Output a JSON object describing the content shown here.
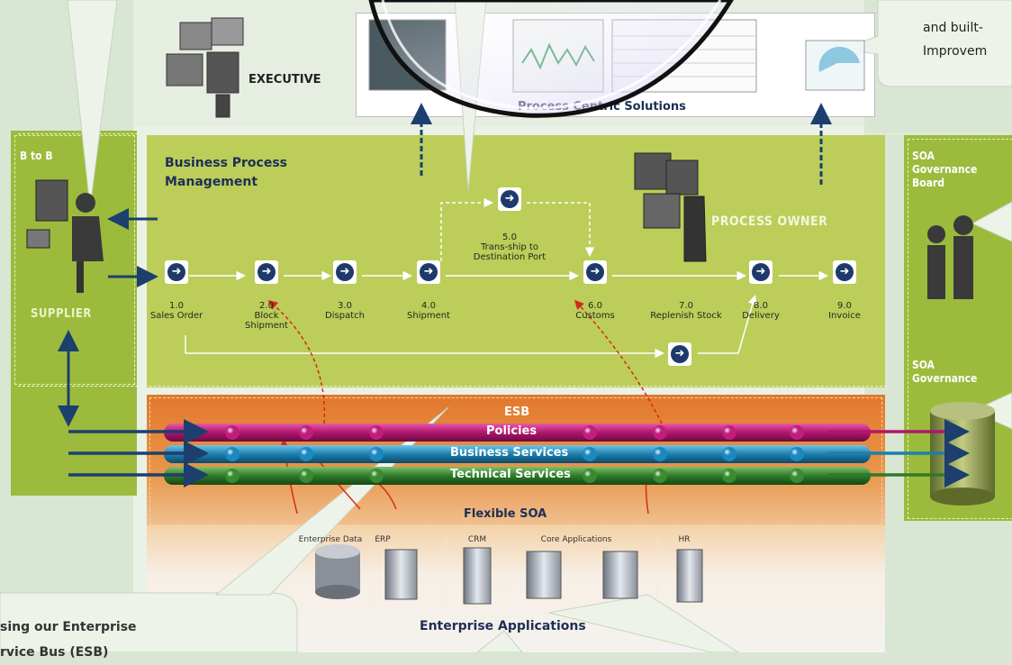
{
  "sections": {
    "executive": "EXECUTIVE",
    "process_centric": "Process Centric Solutions",
    "bpm_line1": "Business Process",
    "bpm_line2": "Management",
    "process_owner": "PROCESS OWNER",
    "btob": "B to B",
    "supplier": "SUPPLIER",
    "gov_board_l1": "SOA",
    "gov_board_l2": "Governance",
    "gov_board_l3": "Board",
    "gov_l1": "SOA",
    "gov_l2": "Governance",
    "esb": "ESB",
    "policies": "Policies",
    "business_services": "Business Services",
    "technical_services": "Technical Services",
    "flexible_soa": "Flexible SOA",
    "enterprise_apps": "Enterprise Applications"
  },
  "steps": [
    {
      "num": "1.0",
      "name": "Sales Order"
    },
    {
      "num": "2.0",
      "name": "Block Shipment"
    },
    {
      "num": "3.0",
      "name": "Dispatch"
    },
    {
      "num": "4.0",
      "name": "Shipment"
    },
    {
      "num": "5.0",
      "name": "Trans-ship to Destination Port"
    },
    {
      "num": "6.0",
      "name": "Customs"
    },
    {
      "num": "7.0",
      "name": "Replenish Stock"
    },
    {
      "num": "8.0",
      "name": "Delivery"
    },
    {
      "num": "9.0",
      "name": "Invoice"
    }
  ],
  "systems": [
    "Enterprise Data",
    "ERP",
    "CRM",
    "Core Applications",
    "HR"
  ],
  "callouts": {
    "top_right_l1": "and built-",
    "top_right_l2": "Improvem",
    "bottom_left_l1": "sing our Enterprise",
    "bottom_left_l2": "rvice Bus (ESB)"
  },
  "colors": {
    "bpm_green": "#bccd5a",
    "side_green": "#9cbb3c",
    "esb_orange": "#e58a3a",
    "policies": "#b0166e",
    "business": "#1c7fae",
    "technical": "#2f7a2a",
    "arrow_blue": "#1d3f6e"
  }
}
